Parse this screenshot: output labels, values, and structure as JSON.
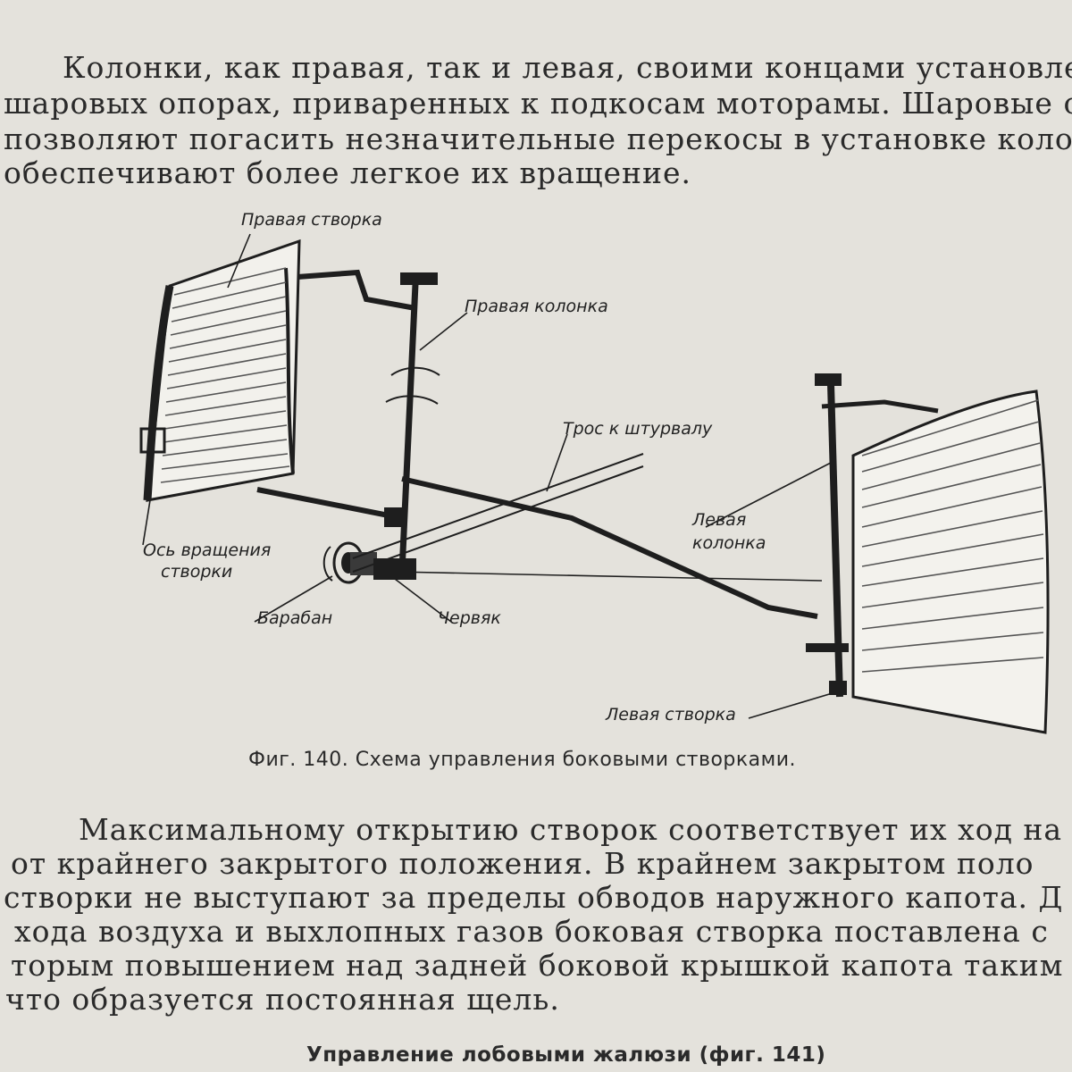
{
  "paragraph_top": {
    "lines": [
      "Колонки, как правая, так и левая, своими концами установле",
      "шаровых опорах, приваренных к подкосам моторамы. Шаровые о",
      "позволяют погасить незначительные перекосы в установке колон",
      "обеспечивают более легкое их вращение."
    ]
  },
  "figure": {
    "labels": {
      "right_flap": "Правая створка",
      "right_column": "Правая колонка",
      "cable": "Трос к штурвалу",
      "left_column_1": "Левая",
      "left_column_2": "колонка",
      "axis_1": "Ось вращения",
      "axis_2": "створки",
      "drum": "Барабан",
      "worm": "Червяк",
      "left_flap": "Левая створка"
    },
    "caption": "Фиг. 140. Схема управления боковыми створками."
  },
  "paragraph_bottom": {
    "lines": [
      "Максимальному открытию створок соответствует их ход на",
      "от крайнего закрытого  положения. В крайнем  закрытом  поло",
      "створки не выступают за пределы обводов наружного капота. Д",
      "хода воздуха и выхлопных газов боковая створка поставлена с",
      "торым повышением над задней боковой крышкой капота таким об",
      "что образуется постоянная щель."
    ]
  },
  "subheading": "Управление лобовыми жалюзи (фиг. 141)"
}
